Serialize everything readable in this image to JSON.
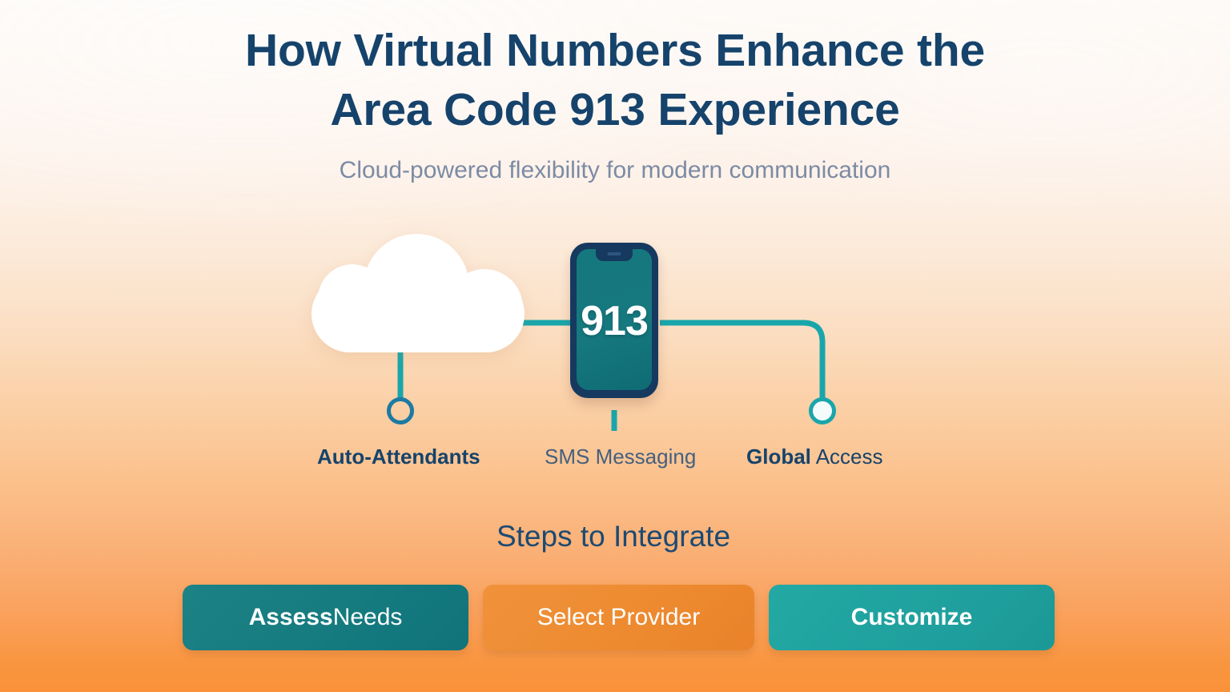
{
  "header": {
    "title": "How Virtual Numbers Enhance the Area Code 913 Experience",
    "title_line_1": "How Virtual Numbers Enhance the",
    "title_line_2": "Area Code 913 Experience",
    "subtitle": "Cloud-powered flexibility for modern communication"
  },
  "diagram": {
    "cloud_icon": "cloud-icon",
    "phone_icon": "smartphone-icon",
    "phone_screen_value": "913",
    "nodes": [
      {
        "name": "auto-attendants-node",
        "style": "hollow-ring"
      },
      {
        "name": "global-access-node",
        "style": "filled-ring"
      }
    ],
    "features": [
      {
        "strong": "Auto-Attendants",
        "light": ""
      },
      {
        "strong": "",
        "light": "SMS Messaging"
      },
      {
        "strong": "Global",
        "light": " Access"
      }
    ]
  },
  "steps": {
    "heading": "Steps to Integrate",
    "buttons": [
      {
        "strong": "Assess",
        "light": " Needs"
      },
      {
        "strong": "",
        "light": "Select Provider"
      },
      {
        "strong": "Customize",
        "light": ""
      }
    ]
  },
  "colors": {
    "title_navy": "#16436b",
    "subtitle_gray": "#7c8ba4",
    "teal_line": "#19a6ab",
    "phone_frame_navy": "#16395f",
    "phone_screen_teal": "#15787e",
    "node_hollow_blue": "#1c7ba3",
    "button_teal_dark": "#157b7f",
    "button_orange": "#ed8a2f",
    "button_teal_bright": "#1fa09e",
    "bg_top": "#fdfaf7",
    "bg_bottom": "#f9923a"
  }
}
